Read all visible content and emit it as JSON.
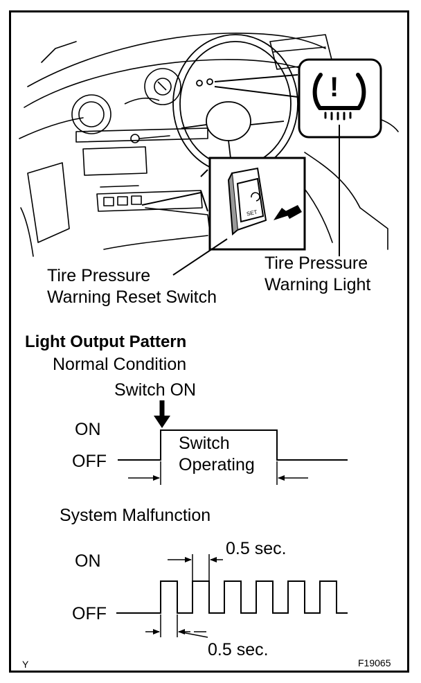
{
  "callouts": {
    "reset_switch": [
      "Tire Pressure",
      "Warning Reset Switch"
    ],
    "warning_light": [
      "Tire Pressure",
      "Warning Light"
    ],
    "switch_face_text": "SET",
    "icon_symbol": "!"
  },
  "section": {
    "title": "Light Output Pattern",
    "normal_condition": "Normal Condition",
    "switch_on": "Switch ON",
    "operating_label": [
      "Switch",
      "Operating"
    ],
    "system_malfunction": "System Malfunction",
    "on_label": "ON",
    "off_label": "OFF",
    "interval_top": "0.5 sec.",
    "interval_bottom": "0.5 sec."
  },
  "footer": {
    "left_code": "Y",
    "figure_id": "F19065"
  },
  "icons": [
    "tire-pressure-warning-icon",
    "steering-wheel-icon",
    "reset-switch-icon",
    "push-arrow-icon"
  ]
}
